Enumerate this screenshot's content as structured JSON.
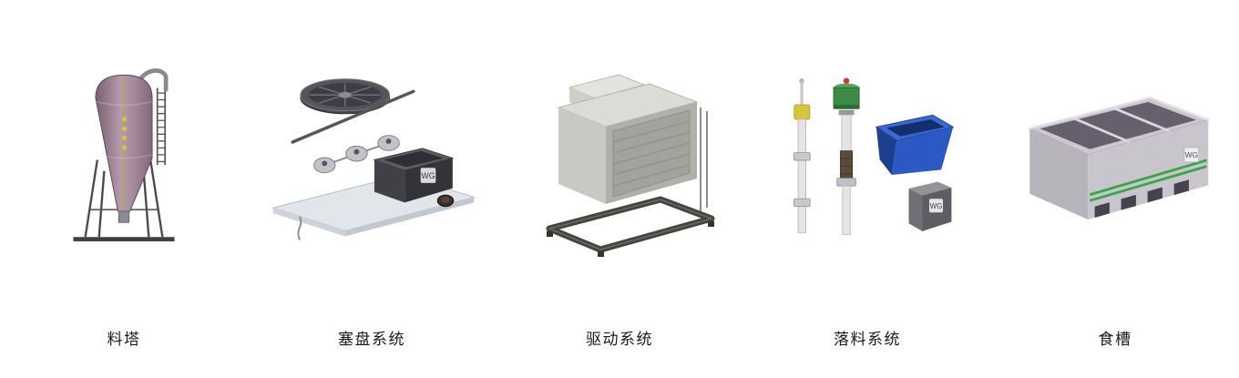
{
  "page": {
    "background": "#ffffff",
    "section_name": "equipment-product-showcase"
  },
  "brand": {
    "logo_text": "WG"
  },
  "products": [
    {
      "key": "feed-silo",
      "label": "料塔"
    },
    {
      "key": "plug-disc-system",
      "label": "塞盘系统"
    },
    {
      "key": "drive-system",
      "label": "驱动系统"
    },
    {
      "key": "drop-feed-system",
      "label": "落料系统"
    },
    {
      "key": "feed-trough",
      "label": "食槽"
    }
  ],
  "palette": {
    "silo_body_purple": "#9a7e91",
    "frame_dark": "#44444a",
    "metal_light": "#dcdcd7",
    "metal_mid": "#b0b0aa",
    "hopper_blue": "#2c58c4",
    "motor_green": "#3e8a47",
    "sensor_yellow": "#d8c53f",
    "stripe_green": "#3aa648",
    "trough_gray": "#c8c5cc",
    "label_text": "#1a1a1a"
  }
}
